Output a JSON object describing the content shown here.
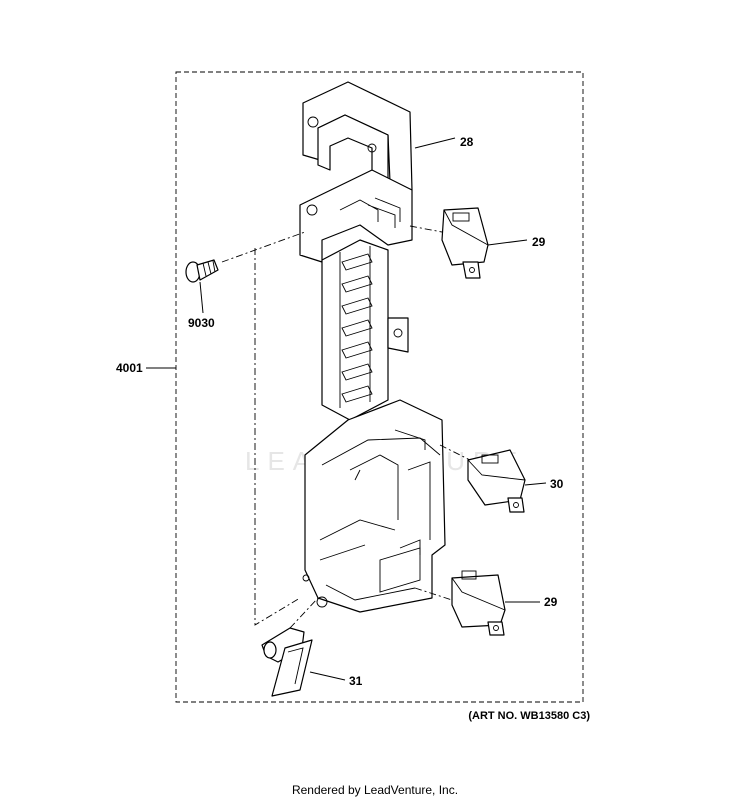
{
  "labels": {
    "part_28": "28",
    "part_29_top": "29",
    "part_9030": "9030",
    "part_4001": "4001",
    "part_30": "30",
    "part_29_bottom": "29",
    "part_31": "31"
  },
  "art_number": "(ART NO. WB13580 C3)",
  "watermark": "LEADVENTURE",
  "footer": "Rendered by LeadVenture, Inc."
}
